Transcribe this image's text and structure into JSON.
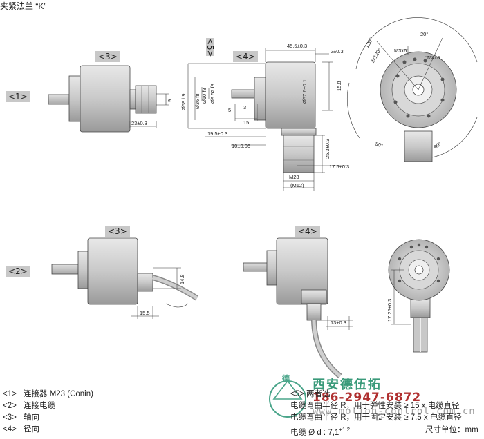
{
  "title": "夹紧法兰 “K”",
  "tags": {
    "r1": "<1>",
    "r2": "<2>",
    "t3a": "<3>",
    "t4a": "<4>",
    "t5": "<5>",
    "t3b": "<3>",
    "t4b": "<4>"
  },
  "dims": {
    "d455": "45.5±0.3",
    "d2": "2±0.3",
    "d158": "15.8",
    "d58": "Ø58 h9",
    "d36": "Ø36 f8",
    "d10": "Ø10 f8",
    "d952": "Ø9.52 f8",
    "d576": "Ø57.6±0.1",
    "d5": "5",
    "d3": "3",
    "d15": "15",
    "d195": "19.5±0.3",
    "d10b": "10±0.05",
    "d253": "25.3±0.3",
    "d175": "17.5±0.3",
    "m23": "M23",
    "m12": "(M12)",
    "d9": "9",
    "d23": "23±0.3",
    "a120": "120°",
    "a3x120": "3x120°",
    "a20": "20°",
    "m3": "M3x6",
    "m4": "M4x6",
    "a80": "80°",
    "a60": "60°",
    "d148": "14.8",
    "d155": "15.5",
    "d13": "13±0.3",
    "d1725": "17.25±0.3"
  },
  "legend": [
    {
      "key": "<1>",
      "text": "连接器 M23 (Conin)"
    },
    {
      "key": "<2>",
      "text": "连接电缆"
    },
    {
      "key": "<3>",
      "text": "轴向"
    },
    {
      "key": "<4>",
      "text": "径向"
    }
  ],
  "notes": [
    "<5> 两者选一",
    "电缆弯曲半径 R，用于弹性安装 ≥ 15 x 电缆直径",
    "电缆弯曲半径 R，用于固定安装 ≥ 7.5 x 电缆直径",
    "电缆 Ø d : 7,1"
  ],
  "cable_tol": "+1,2",
  "unit": "尺寸单位：mm",
  "watermark": {
    "logo": "德",
    "company": "西安德伍拓",
    "phone": "186-2947-6872",
    "url": "www.motion-control.com.cn"
  }
}
